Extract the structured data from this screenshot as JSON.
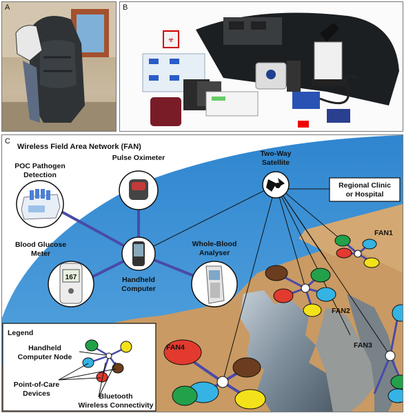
{
  "panels": {
    "a_letter": "A",
    "b_letter": "B",
    "c_letter": "C"
  },
  "diagram": {
    "title": "Wireless Field Area Network (FAN)",
    "devices": {
      "poc_line1": "POC Pathogen",
      "poc_line2": "Detection",
      "pulse": "Pulse Oximeter",
      "glucose_line1": "Blood Glucose",
      "glucose_line2": "Meter",
      "handheld_line1": "Handheld",
      "handheld_line2": "Computer",
      "wholeblood_line1": "Whole-Blood",
      "wholeblood_line2": "Analyser",
      "satellite_line1": "Two-Way",
      "satellite_line2": "Satellite",
      "clinic_line1": "Regional Clinic",
      "clinic_line2": "or Hospital"
    },
    "fans": [
      "FAN1",
      "FAN2",
      "FAN3",
      "FAN4"
    ],
    "glucose_reading": "167",
    "legend": {
      "title": "Legend",
      "node_line1": "Handheld",
      "node_line2": "Computer Node",
      "poc_line1": "Point-of-Care",
      "poc_line2": "Devices",
      "bt_line1": "Bluetooth",
      "bt_line2": "Wireless Connectivity"
    },
    "colors": {
      "sky": "#3f8fd2",
      "land": "#c99a63",
      "link_local": "#4a4aa8",
      "node_red": "#e23a2e",
      "node_green": "#23a04a",
      "node_blue": "#34b3e4",
      "node_yellow": "#f3e21a",
      "node_brown": "#6b3d1e"
    }
  }
}
